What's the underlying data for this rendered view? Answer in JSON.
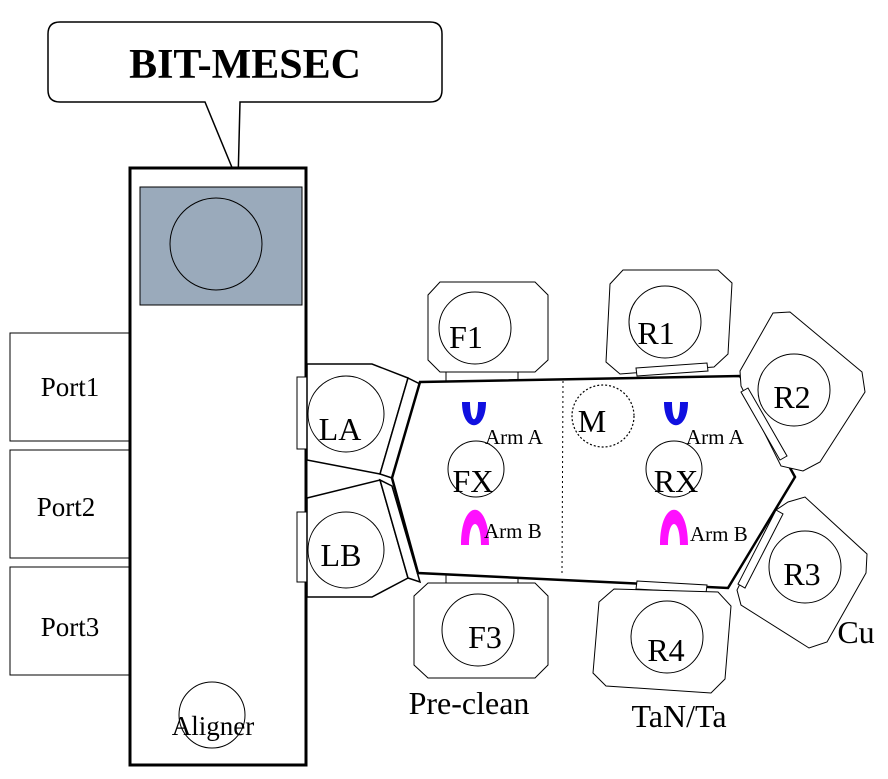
{
  "title": "BIT-MESEC",
  "ports": [
    "Port1",
    "Port2",
    "Port3"
  ],
  "aligner_label": "Aligner",
  "loadlocks": {
    "a": "LA",
    "b": "LB"
  },
  "front_transfer": {
    "label": "FX",
    "arm_a": "Arm A",
    "arm_b": "Arm B"
  },
  "rear_transfer": {
    "label": "RX",
    "arm_a": "Arm A",
    "arm_b": "Arm B"
  },
  "middle_label": "M",
  "chambers": {
    "f1": "F1",
    "f3": "F3",
    "r1": "R1",
    "r2": "R2",
    "r3": "R3",
    "r4": "R4"
  },
  "process_labels": {
    "preclean": "Pre-clean",
    "tan_ta": "TaN/Ta",
    "cu": "Cu"
  },
  "colors": {
    "arm_a": "#1010e0",
    "arm_b": "#ff10ff",
    "top_module_fill": "#9aaabb"
  }
}
